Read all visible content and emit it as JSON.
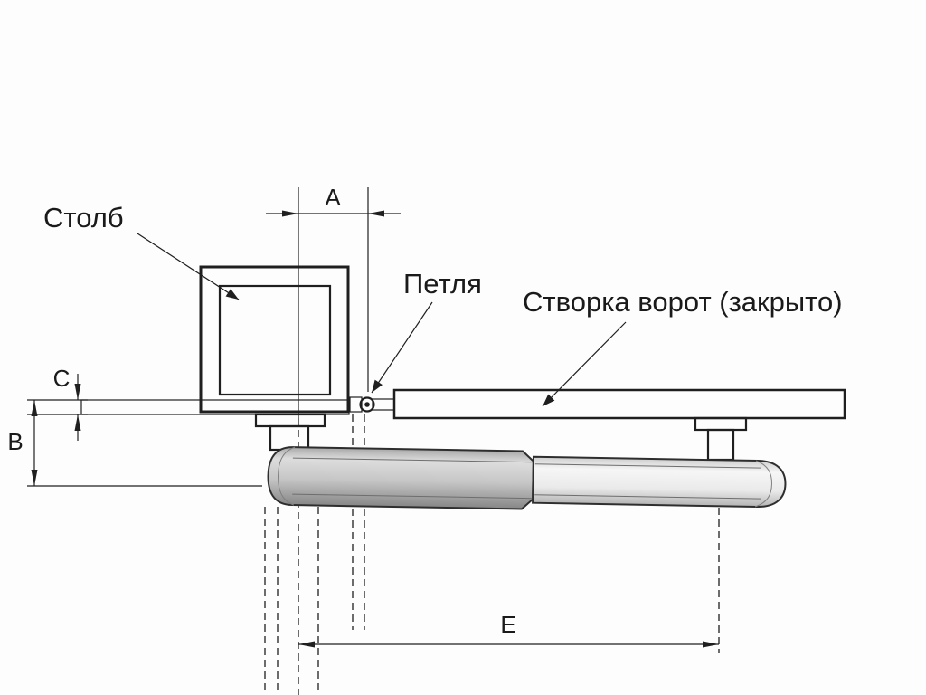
{
  "figure": {
    "type": "technical-diagram",
    "background": "#fdfdfd",
    "ink": "#1f1f1f",
    "labels": {
      "post": "Столб",
      "hinge": "Петля",
      "gate_leaf": "Створка ворот (закрыто)"
    },
    "dimensions": {
      "a": "A",
      "b": "B",
      "c": "C",
      "e": "E"
    },
    "colors": {
      "body_top": "#a8a8a8",
      "body_hi": "#dddddd",
      "body_mid": "#c6c6c6",
      "body_bot": "#868686",
      "rod_top": "#cfcfcf",
      "rod_hi": "#f6f6f6",
      "rod_mid": "#eaeaea",
      "rod_bot": "#b4b4b4",
      "gate_fill": "#ffffff",
      "post_fill": "#ffffff"
    }
  }
}
